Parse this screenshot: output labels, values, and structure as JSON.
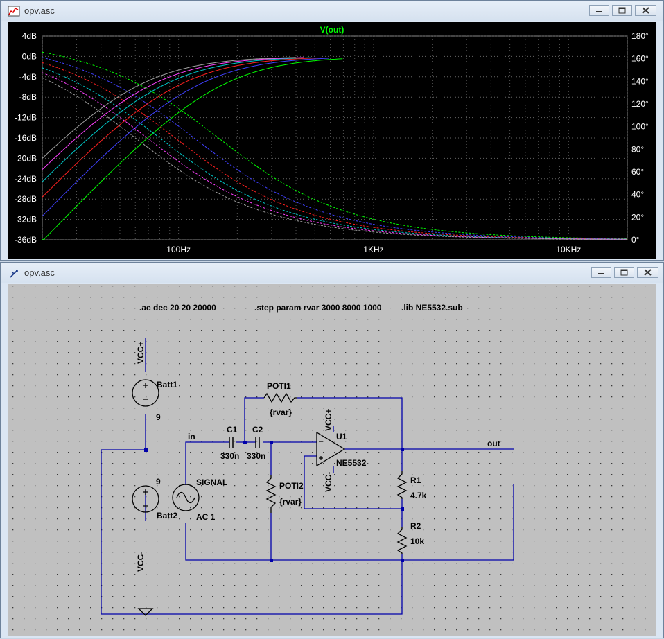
{
  "plot_window": {
    "title": "opv.asc",
    "controls": [
      "minimize",
      "maximize",
      "close"
    ]
  },
  "schematic_window": {
    "title": "opv.asc",
    "controls": [
      "minimize",
      "maximize",
      "close"
    ]
  },
  "chart_data": {
    "type": "line",
    "title": "V(out)",
    "x_scale": "log",
    "xlim": [
      20,
      20000
    ],
    "x_ticks": [
      {
        "value": 100,
        "label": "100Hz"
      },
      {
        "value": 1000,
        "label": "1KHz"
      },
      {
        "value": 10000,
        "label": "10KHz"
      }
    ],
    "ylim_left": [
      -36,
      4
    ],
    "y_left_ticks": [
      "4dB",
      "0dB",
      "-4dB",
      "-8dB",
      "-12dB",
      "-16dB",
      "-20dB",
      "-24dB",
      "-28dB",
      "-32dB",
      "-36dB"
    ],
    "ylim_right": [
      0,
      180
    ],
    "y_right_ticks": [
      "180°",
      "160°",
      "140°",
      "120°",
      "100°",
      "80°",
      "60°",
      "40°",
      "20°",
      "0°"
    ],
    "grid": "dotted",
    "series": [
      {
        "step": "rvar=3000",
        "color": "#00ff00",
        "fc_hz": 160,
        "mag_end_hz": 700
      },
      {
        "step": "rvar=4000",
        "color": "#4040ff",
        "fc_hz": 120,
        "mag_end_hz": 600
      },
      {
        "step": "rvar=5000",
        "color": "#ff2020",
        "fc_hz": 96,
        "mag_end_hz": 540
      },
      {
        "step": "rvar=6000",
        "color": "#00c8c8",
        "fc_hz": 80,
        "mag_end_hz": 480
      },
      {
        "step": "rvar=7000",
        "color": "#ff40ff",
        "fc_hz": 69,
        "mag_end_hz": 440
      },
      {
        "step": "rvar=8000",
        "color": "#a0a0a0",
        "fc_hz": 60,
        "mag_end_hz": 400
      }
    ]
  },
  "schematic": {
    "directives": {
      "ac": ".ac dec 20 20 20000",
      "step": ".step param rvar 3000 8000 1000",
      "lib": ".lib NE5532.sub"
    },
    "batt1": {
      "name": "Batt1",
      "value": "9"
    },
    "batt2": {
      "name": "Batt2",
      "value": "9"
    },
    "signal": {
      "name": "SIGNAL",
      "value": "AC 1"
    },
    "c1": {
      "name": "C1",
      "value": "330n"
    },
    "c2": {
      "name": "C2",
      "value": "330n"
    },
    "poti1": {
      "name": "POTI1",
      "value": "{rvar}"
    },
    "poti2": {
      "name": "POTI2",
      "value": "{rvar}"
    },
    "u1": {
      "name": "U1",
      "model": "NE5532"
    },
    "r1": {
      "name": "R1",
      "value": "4.7k"
    },
    "r2": {
      "name": "R2",
      "value": "10k"
    },
    "nets": {
      "vcc_plus": "VCC+",
      "vcc_minus": "VCC-",
      "in": "in",
      "out": "out"
    },
    "colors": {
      "wire": "#0000aa",
      "text": "#000000",
      "background": "#c0c0c0"
    }
  }
}
